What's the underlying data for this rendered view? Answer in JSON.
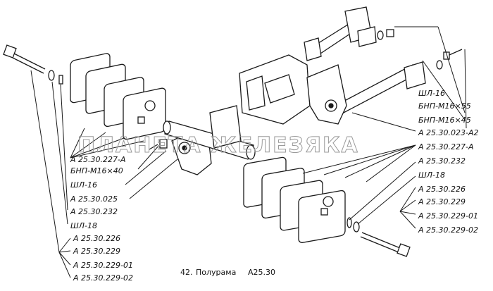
{
  "watermark": "ПЛАНЕТА ЖЕЛЕЗЯКА",
  "caption": {
    "number": "42.",
    "title": "Полурама",
    "code": "А25.30"
  },
  "left_callouts": [
    "А 25.30.227-А",
    "БНП-М16×40",
    "ШЛ-16",
    "А 25.30.025",
    "А 25.30.232",
    "ШЛ-18"
  ],
  "left_bottom_group": [
    "А 25.30.226",
    "А 25.30.229",
    "А 25.30.229-01",
    "А 25.30.229-02"
  ],
  "right_callouts": [
    "ШЛ-16",
    "БНП-М16×55",
    "БНП-М16×45",
    "А 25.30.023-А2",
    "А 25.30.227-А",
    "А 25.30.232",
    "ШЛ-18"
  ],
  "right_bottom_group": [
    "А 25.30.226",
    "А 25.30.229",
    "А 25.30.229-01",
    "А 25.30.229-02"
  ],
  "colors": {
    "ink": "#1a1a1a",
    "paper": "#ffffff",
    "watermark": "#9a9a9a"
  }
}
